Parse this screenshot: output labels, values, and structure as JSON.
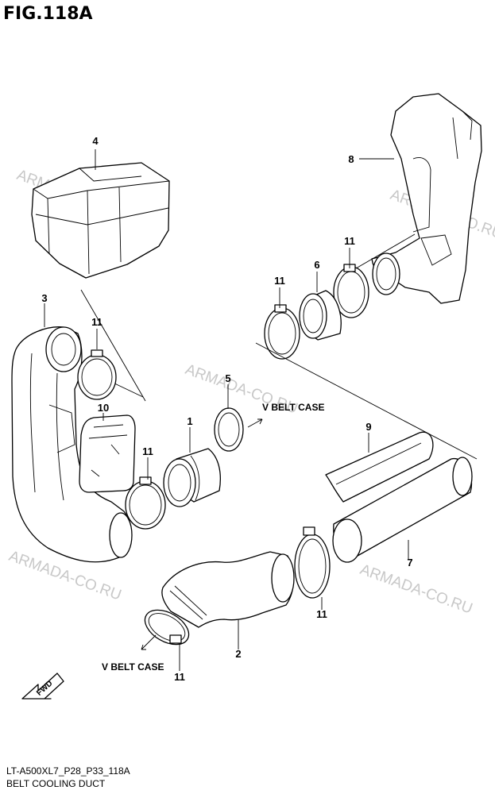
{
  "figure": {
    "title": "FIG.118A",
    "code": "LT-A500XL7_P28_P33_118A",
    "name": "BELT COOLING DUCT"
  },
  "watermark": "ARMADA-CO.RU",
  "direction_labels": {
    "v_belt_case_upper": "V BELT CASE",
    "v_belt_case_lower": "V BELT CASE",
    "fwd": "FWD"
  },
  "callouts": {
    "c1": "1",
    "c2": "2",
    "c3": "3",
    "c4": "4",
    "c5": "5",
    "c6": "6",
    "c7": "7",
    "c8": "8",
    "c9": "9",
    "c10": "10",
    "c11a": "11",
    "c11b": "11",
    "c11c": "11",
    "c11d": "11",
    "c11e": "11",
    "c11f": "11"
  }
}
